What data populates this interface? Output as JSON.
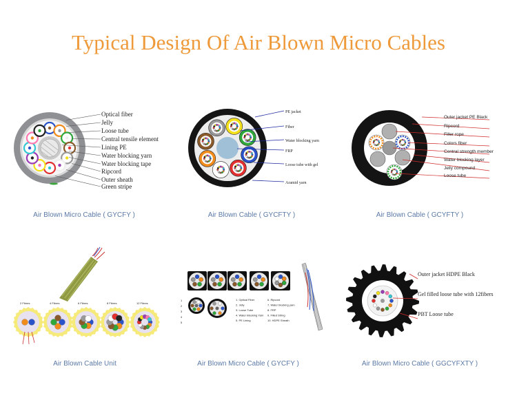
{
  "title": "Typical Design Of Air Blown Micro Cables",
  "colors": {
    "title": "#ee9a3a",
    "caption": "#5b7aa6",
    "leader_blue": "#1e2aa0",
    "leader_red": "#d22a2a"
  },
  "captions": [
    "Air Blown Micro Cable ( GYCFY )",
    "Air Blown Cable ( GYCFTY )",
    "Air Blown Cable ( GCYFTY )",
    "Air Blown Cable Unit",
    "Air Blown Micro Cable ( GYCFY )",
    "Air Blown Micro Cable ( GGCYFXTY )"
  ],
  "d1": {
    "labels": [
      "Optical fiber",
      "Jelly",
      "Loose tube",
      "Central tensile element",
      "Lining PE",
      "Water blocking yarn",
      "Water blocking tape",
      "Ripcord",
      "Outer sheath",
      "Green stripe"
    ]
  },
  "d2": {
    "labels": [
      "PE jacket",
      "Fiber",
      "Water blocking yarn",
      "FRP",
      "Loose tube with gel",
      "Aramid yarn"
    ]
  },
  "d3": {
    "labels": [
      "Outer jacket PE Black",
      "Ripcord",
      "Filler rope",
      "Colors fiber",
      "Central strength member",
      "Water blocking layer",
      "Jelly compound",
      "Loose tube"
    ]
  },
  "d4": {
    "labels": [
      "2 Fibres",
      "4 Fibres",
      "6 Fibres",
      "8 Fibres",
      "12 Fibres"
    ]
  },
  "d5": {
    "legend": [
      "1. Optical Fiber",
      "2. Jelly",
      "3. Loose Tube",
      "4. Water Blocking Yarn",
      "5. PE Lining",
      "6. Ripcord",
      "7. Water blocking yarn",
      "8. FRP",
      "9. Filled String",
      "10. HDPE Sheath"
    ]
  },
  "d6": {
    "labels": [
      "Outer jacket HDPE Black",
      "Gel filled loose tube with 12fibers",
      "PBT Loose tube"
    ]
  }
}
